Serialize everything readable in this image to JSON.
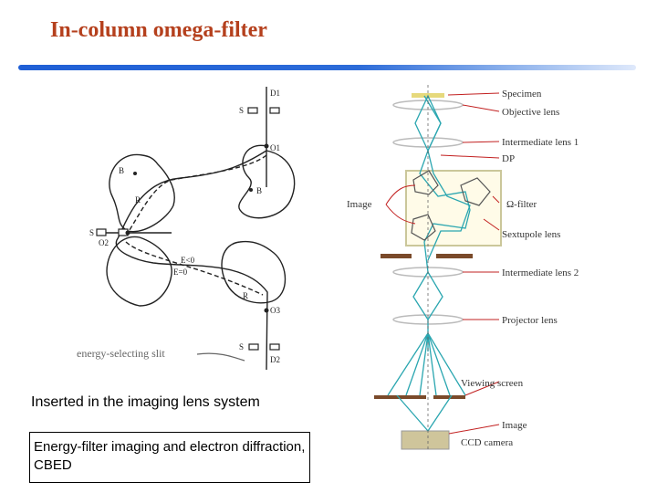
{
  "title": "In-column omega-filter",
  "caption": "Inserted in the imaging lens system",
  "note": "Energy-filter imaging and electron diffraction, CBED",
  "omega_diagram": {
    "labels": {
      "d1": "D1",
      "o1": "O1",
      "o2": "O2",
      "o3": "O3",
      "d2": "D2",
      "s_top": "S",
      "s_mid": "S",
      "s_bot": "S",
      "b_dot1": "B",
      "b_dot2": "B",
      "r_top": "R",
      "r_bot": "R",
      "e_low": "E<0",
      "e_zero": "E=0",
      "slit": "energy-selecting slit"
    }
  },
  "column_diagram": {
    "labels": {
      "specimen": "Specimen",
      "objective": "Objective lens",
      "intermediate1": "Intermediate lens 1",
      "dp": "DP",
      "image_left": "Image",
      "omega_filter": "Ω-filter",
      "sextupole": "Sextupole lens",
      "intermediate2": "Intermediate lens 2",
      "projector": "Projector lens",
      "viewing": "Viewing screen",
      "image_bottom": "Image",
      "ccd": "CCD camera"
    }
  },
  "colors": {
    "title": "#b5401d",
    "beam": "#2aa6b0",
    "filter_box": "#cbc79a",
    "plate": "#7a4a2a"
  }
}
